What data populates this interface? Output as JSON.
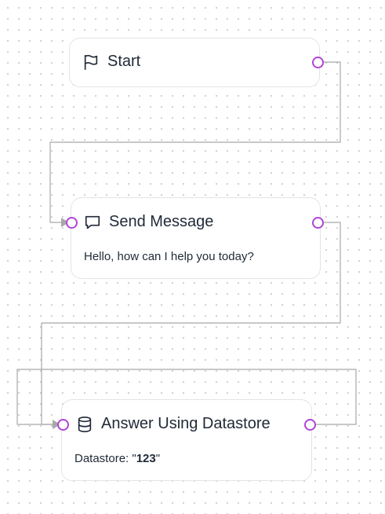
{
  "colors": {
    "handle": "#b044d8",
    "edge": "#a8a8a8",
    "node_border": "#e4e4e7",
    "text": "#1f2937"
  },
  "nodes": {
    "start": {
      "title": "Start",
      "icon": "flag-icon"
    },
    "send_message": {
      "title": "Send Message",
      "icon": "speech-bubble-icon",
      "message": "Hello, how can I help you today?"
    },
    "answer_datastore": {
      "title": "Answer Using Datastore",
      "icon": "database-icon",
      "datastore_prefix": "Datastore: \"",
      "datastore_value": "123",
      "datastore_suffix": "\""
    }
  }
}
